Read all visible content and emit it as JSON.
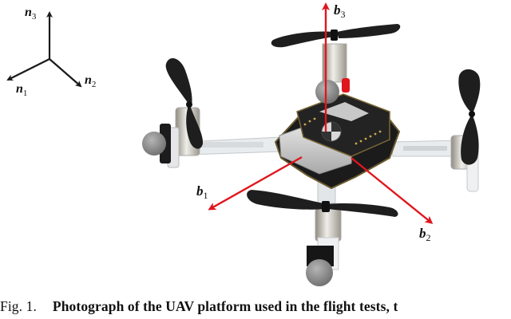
{
  "inertial_frame": {
    "axes": [
      {
        "name": "n",
        "sub": "3"
      },
      {
        "name": "n",
        "sub": "1"
      },
      {
        "name": "n",
        "sub": "2"
      }
    ]
  },
  "body_frame": {
    "color": "#e0161d",
    "axes": [
      {
        "name": "b",
        "sub": "3"
      },
      {
        "name": "b",
        "sub": "1"
      },
      {
        "name": "b",
        "sub": "2"
      }
    ]
  },
  "photo": {
    "subject": "quadrotor UAV"
  },
  "caption": {
    "label": "Fig. 1.",
    "text": "Photograph of the UAV platform used in the flight tests, t"
  }
}
